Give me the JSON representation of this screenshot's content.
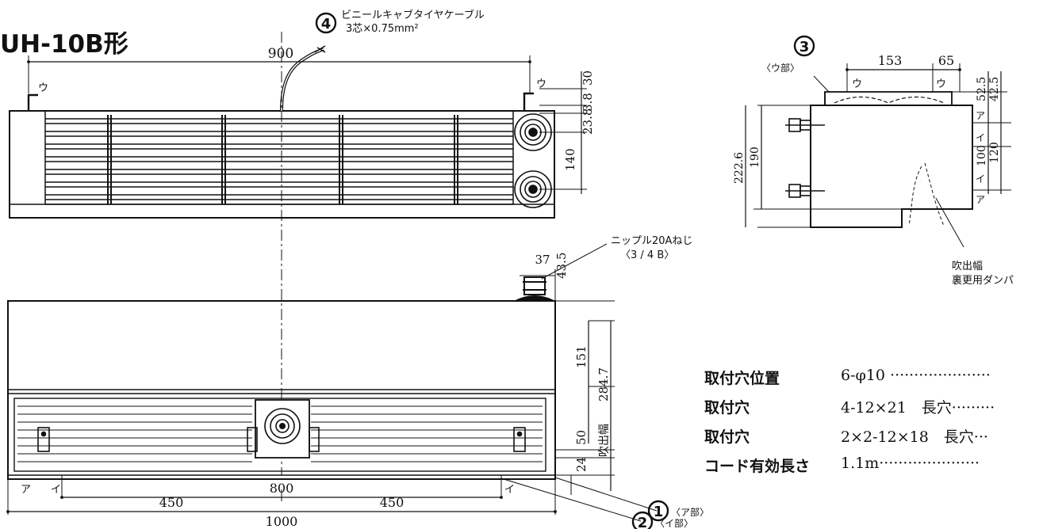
{
  "model_title": "UH-10B形",
  "callouts": {
    "c1": {
      "num": "1",
      "label": "〈ア部〉"
    },
    "c2": {
      "num": "2",
      "label": "〈イ部〉"
    },
    "c3": {
      "num": "3",
      "label": "〈ウ部〉"
    },
    "c4": {
      "num": "4",
      "line1": "ビニールキャブタイヤケーブル",
      "line2": "3芯×0.75mm²"
    }
  },
  "nipple": {
    "line1": "ニップル20Aねじ",
    "line2": "〈3 / 4 B〉"
  },
  "outlet_note": {
    "line1": "吹出幅",
    "line2": "裏更用ダンパ"
  },
  "section_marks": {
    "a": "ア",
    "i": "イ",
    "u": "ウ"
  },
  "dims_top": {
    "width": "900",
    "d30": "30",
    "d38": "3.8",
    "d23": "23.8",
    "d140": "140"
  },
  "dims_front": {
    "d37": "37",
    "d43": "43.5",
    "d151": "151",
    "d284": "284.7",
    "d50": "50",
    "d24": "24",
    "outlet": "吹出幅",
    "d800": "800",
    "d450a": "450",
    "d450b": "450",
    "d1000": "1000"
  },
  "dims_side": {
    "d153": "153",
    "d65": "65",
    "d52": "52.5",
    "d42": "42.5",
    "d222": "222.6",
    "d190": "190",
    "d100": "100",
    "d120": "120"
  },
  "specs": [
    {
      "label": "取付穴位置",
      "value": "6-φ10 ·····················"
    },
    {
      "label": "取付穴",
      "value": "4-12×21　長穴·········"
    },
    {
      "label": "取付穴",
      "value": "2×2-12×18　長穴···"
    },
    {
      "label": "コード有効長さ",
      "value": "1.1m·····················"
    }
  ]
}
